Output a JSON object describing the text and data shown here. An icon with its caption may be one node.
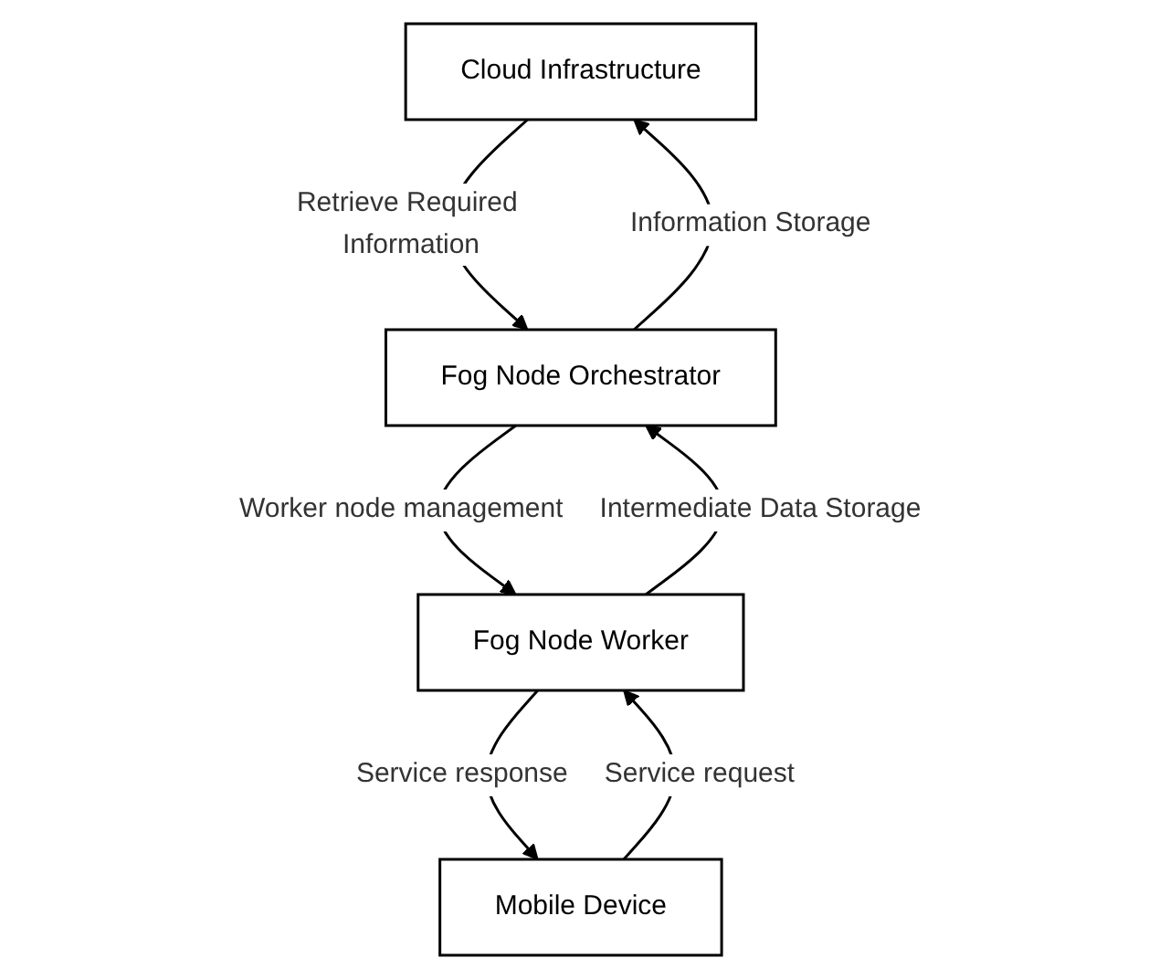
{
  "diagram": {
    "nodes": [
      {
        "text": [
          "Cloud Infrastructure"
        ]
      },
      {
        "text": [
          "Fog Node Worker"
        ]
      },
      {
        "text": [
          "Fog Node Orchestrator"
        ]
      },
      {
        "text": [
          "Mobile Device"
        ]
      }
    ],
    "edges": [
      {
        "from": 0,
        "to": 2,
        "arrow": "to",
        "label": "Retrieve Required Information"
      },
      {
        "from": 2,
        "to": 0,
        "arrow": "to",
        "label": "Information Storage"
      },
      {
        "from": 2,
        "to": 1,
        "arrow": "to",
        "label": "Worker node management"
      },
      {
        "from": 1,
        "to": 2,
        "arrow": "to",
        "label": "Intermediate Data Storage"
      },
      {
        "from": 1,
        "to": 3,
        "arrow": "to",
        "label": "Service response"
      },
      {
        "from": 3,
        "to": 1,
        "arrow": "to",
        "label": "Service request"
      }
    ]
  }
}
